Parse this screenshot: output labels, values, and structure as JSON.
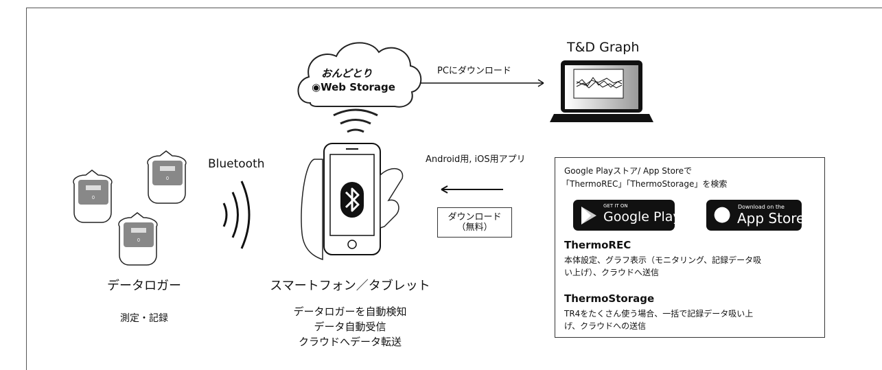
{
  "cloud": {
    "logo_line1": "おんどとり",
    "logo_line2": "Web Storage"
  },
  "arrows": {
    "pc_download": "PCにダウンロード"
  },
  "pc": {
    "title": "T&D Graph"
  },
  "bluetooth": {
    "label": "Bluetooth"
  },
  "apps_note": {
    "label": "Android用, iOS用アプリ"
  },
  "download_box": {
    "line1": "ダウンロード",
    "line2": "（無料）"
  },
  "logger": {
    "title": "データロガー",
    "desc": "測定・記録",
    "display_char": "0"
  },
  "smartphone": {
    "title": "スマートフォン／タブレット",
    "desc1": "データロガーを自動検知",
    "desc2": "データ自動受信",
    "desc3": "クラウドへデータ転送"
  },
  "info": {
    "line1": "Google Playストア/ App Storeで",
    "line2": "「ThermoREC」「ThermoStorage」を検索",
    "google_play": {
      "small": "GET IT ON",
      "big": "Google Play"
    },
    "app_store": {
      "small": "Download on the",
      "big": "App Store"
    },
    "app1": {
      "name": "ThermoREC",
      "desc1": "本体設定、グラフ表示（モニタリング、記録データ吸",
      "desc2": "い上げ）、クラウドへ送信"
    },
    "app2": {
      "name": "ThermoStorage",
      "desc1": "TR4をたくさん使う場合、一括で記録データ吸い上",
      "desc2": "げ、クラウドへの送信"
    }
  }
}
